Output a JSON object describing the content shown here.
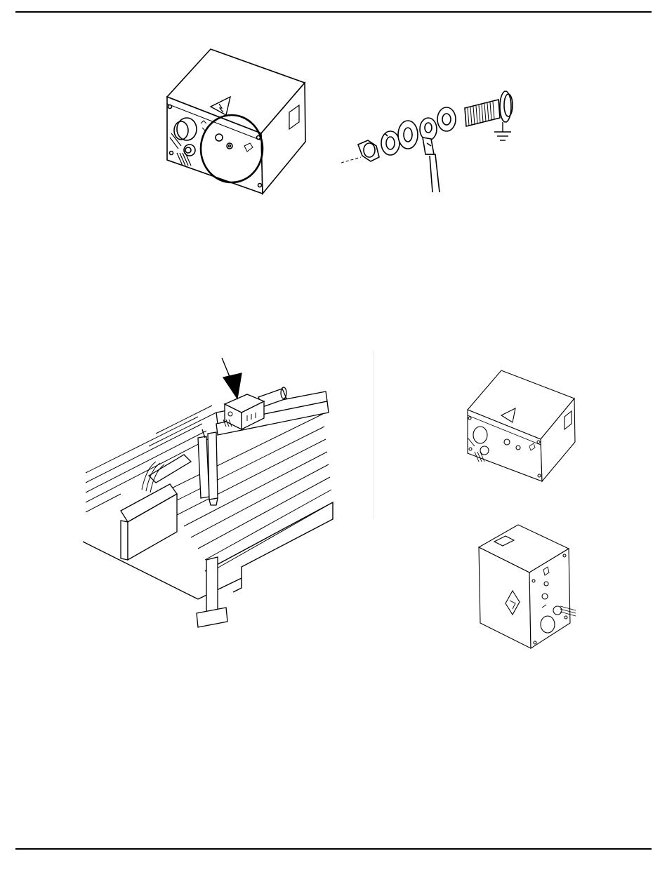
{
  "document": {
    "figures": [
      {
        "id": "enclosure-ground-stud",
        "description_label": ""
      },
      {
        "id": "ground-hardware-stack",
        "description_label": ""
      },
      {
        "id": "table-mounted-enclosure",
        "description_label": ""
      },
      {
        "id": "enclosure-front-view",
        "description_label": ""
      },
      {
        "id": "enclosure-side-view",
        "description_label": ""
      }
    ],
    "icons": [
      "warning-triangle-icon",
      "ground-symbol-icon",
      "arrow-icon"
    ]
  }
}
